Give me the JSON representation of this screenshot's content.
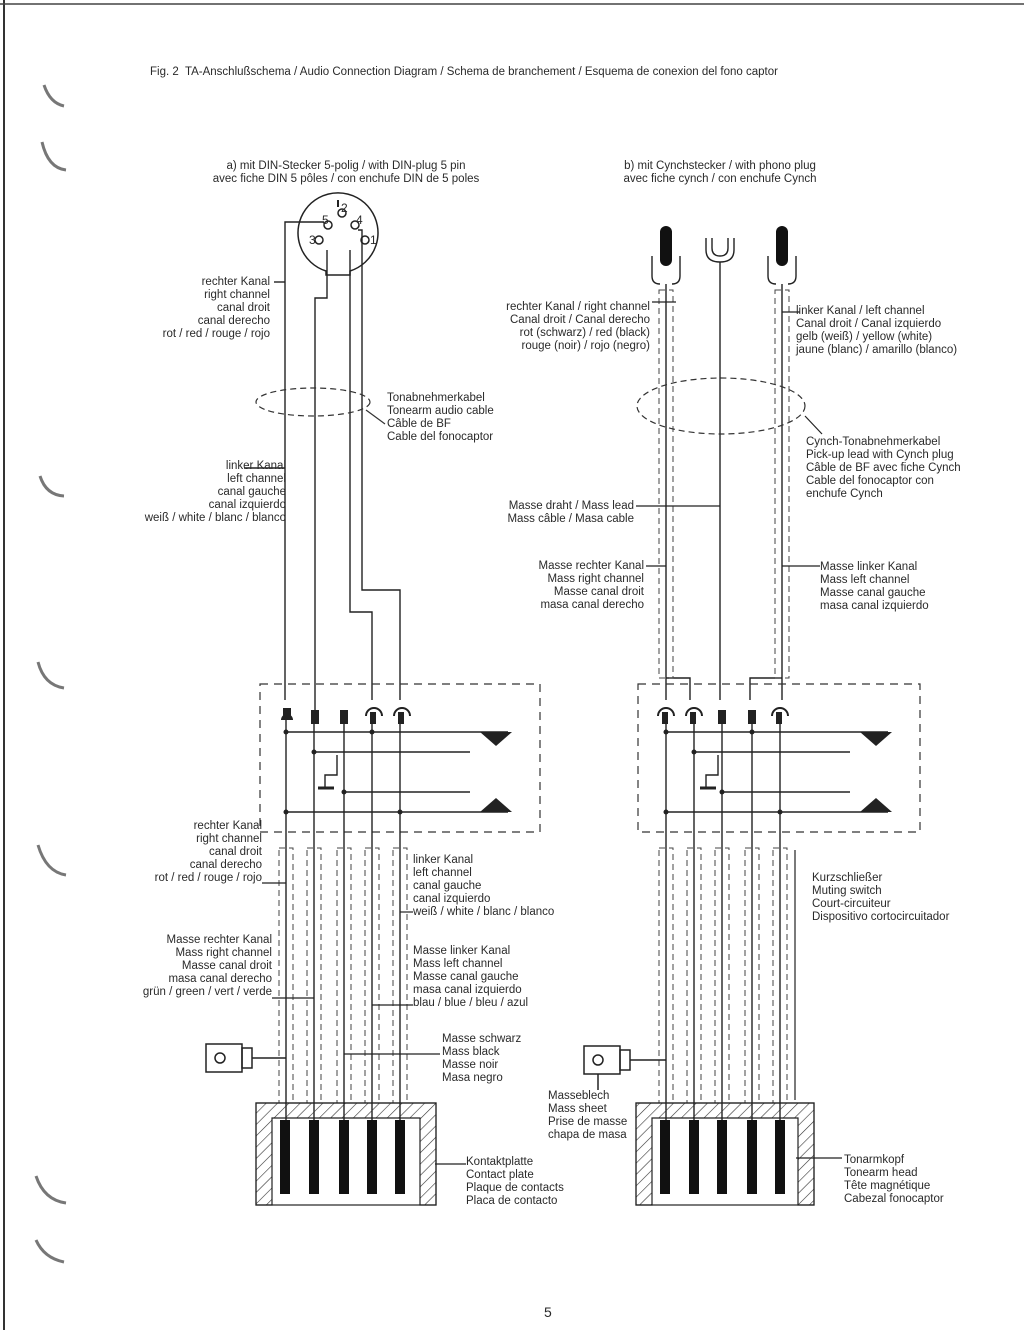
{
  "figure_title": "Fig. 2  TA-Anschlußschema / Audio Connection Diagram / Schema de branchement / Esquema de conexion del fono captor",
  "page_number": "5",
  "section_a": {
    "heading": "a) mit DIN-Stecker 5-polig / with DIN-plug 5 pin\navec fiche DIN 5 pôles / con enchufe DIN de 5 poles",
    "pins": [
      "5",
      "2",
      "4",
      "3",
      "1"
    ],
    "right_channel": "rechter Kanal\nright channel\ncanal droit\ncanal derecho\nrot / red / rouge / rojo",
    "tonearm_cable": "Tonabnehmerkabel\nTonearm audio cable\nCâble de BF\nCable del fonocaptor",
    "left_channel": "linker Kanal\nleft channel\ncanal gauche\ncanal izquierdo\nweiß / white / blanc / blanco",
    "lower_right_channel": "rechter Kanal\nright channel\ncanal droit\ncanal derecho\nrot / red / rouge / rojo",
    "lower_left_channel": "linker Kanal\nleft channel\ncanal gauche\ncanal izquierdo\nweiß / white / blanc / blanco",
    "mass_right": "Masse rechter Kanal\nMass right channel\nMasse canal droit\nmasa canal derecho\ngrün / green / vert / verde",
    "mass_left": "Masse linker Kanal\nMass left channel\nMasse canal gauche\nmasa canal izquierdo\nblau / blue / bleu / azul",
    "mass_black": "Masse schwarz\nMass black\nMasse noir\nMasa negro",
    "contact_plate": "Kontaktplatte\nContact plate\nPlaque de contacts\nPlaca de contacto"
  },
  "section_b": {
    "heading": "b) mit Cynchstecker / with phono plug\navec fiche cynch / con enchufe Cynch",
    "right_channel": "rechter Kanal / right channel\nCanal droit / Canal derecho\nrot (schwarz) / red (black)\nrouge (noir) / rojo (negro)",
    "left_channel": "linker Kanal / left channel\nCanal droit / Canal izquierdo\ngelb (weiß) / yellow (white)\njaune (blanc) / amarillo (blanco)",
    "cynch_cable": "Cynch-Tonabnehmerkabel\nPick-up lead with Cynch plug\nCâble de BF avec fiche Cynch\nCable del fonocaptor con\nenchufe Cynch",
    "mass_lead": "Masse draht / Mass lead\nMass câble / Masa cable",
    "mass_right": "Masse rechter Kanal\nMass right channel\nMasse canal droit\nmasa canal derecho",
    "mass_left": "Masse linker Kanal\nMass left channel\nMasse canal gauche\nmasa canal izquierdo",
    "muting_switch": "Kurzschließer\nMuting switch\nCourt-circuiteur\nDispositivo cortocircuitador",
    "mass_sheet": "Masseblech\nMass sheet\nPrise de masse\nchapa de masa",
    "tonearm_head": "Tonarmkopf\nTonearm head\nTête magnétique\nCabezal fonocaptor"
  }
}
